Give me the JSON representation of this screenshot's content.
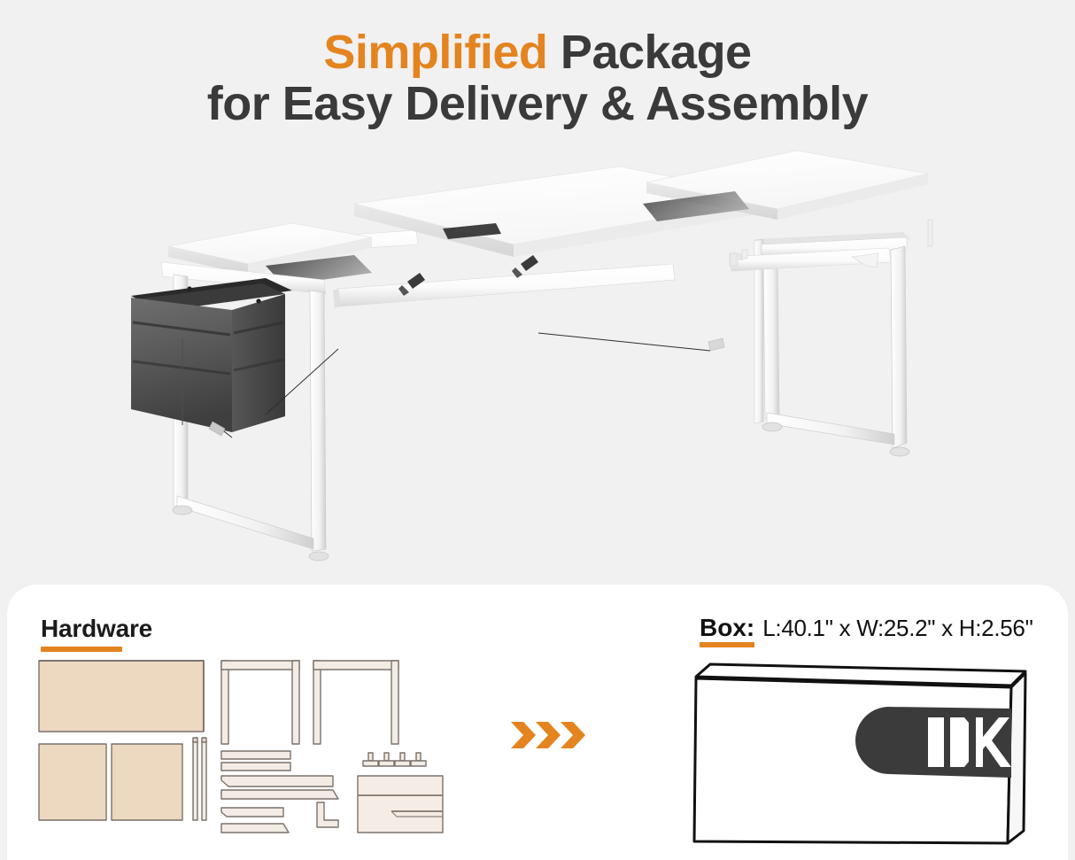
{
  "heading": {
    "accent_word": "Simplified",
    "line1_rest": " Package",
    "line2": "for Easy Delivery & Assembly",
    "accent_color": "#e4841f",
    "text_color": "#3a3a3a"
  },
  "hero": {
    "description": "Exploded view of a white L-shaped computer desk with three white tabletop panels, white metal frame rails and legs, adjustable leveling feet, and a dark gray felt side storage bag",
    "tabletop_color": "#ffffff",
    "frame_color": "#f7f7f7",
    "storage_bag_color": "#4a4a4a",
    "background_color": "#f1f1f1"
  },
  "card": {
    "background": "#ffffff",
    "hardware": {
      "title": "Hardware",
      "underline_color": "#e4841f",
      "parts": [
        {
          "name": "main-desktop-panel",
          "type": "panel"
        },
        {
          "name": "side-desktop-panel-left",
          "type": "panel"
        },
        {
          "name": "side-desktop-panel-right",
          "type": "panel"
        },
        {
          "name": "leg-frame-left",
          "type": "frame"
        },
        {
          "name": "leg-frame-right",
          "type": "frame"
        },
        {
          "name": "support-rail-long",
          "type": "rail"
        },
        {
          "name": "support-rail-short",
          "type": "rail"
        },
        {
          "name": "cross-bar",
          "type": "rail"
        },
        {
          "name": "allen-key",
          "type": "tool"
        },
        {
          "name": "leveling-feet",
          "type": "hardware",
          "count": 4
        },
        {
          "name": "storage-bag",
          "type": "fabric"
        },
        {
          "name": "connector-rods",
          "type": "rod",
          "count": 2
        }
      ],
      "panel_fill": "#edd9c0",
      "frame_fill": "#f3ece5",
      "outline_color": "#7a716b"
    },
    "arrow": {
      "name": "chevron-right",
      "count": 3,
      "color": "#e4841f"
    },
    "box": {
      "label": "Box:",
      "dimensions": "L:40.1\" x W:25.2\" x H:2.56\"",
      "underline_color": "#e4841f",
      "brand_logo": "ODK",
      "logo_badge_color": "#3b3b3b",
      "logo_text_color": "#ffffff"
    }
  }
}
